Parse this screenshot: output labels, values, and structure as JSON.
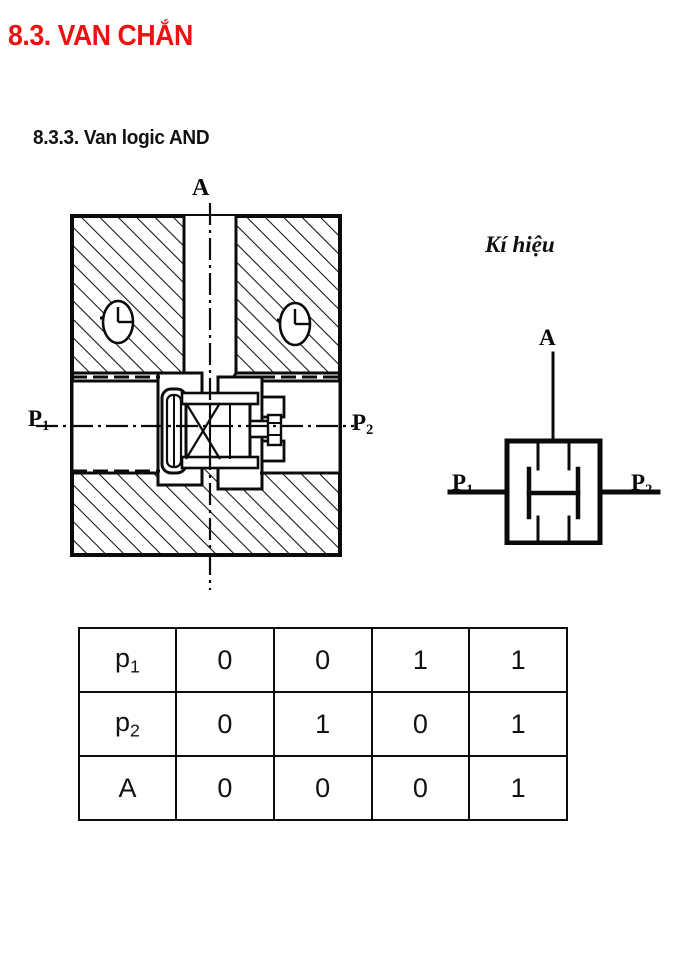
{
  "slide": {
    "title": "8.3. VAN CHẮN",
    "title_color": "#ee1111",
    "subtitle": "8.3.3. Van logic AND"
  },
  "cross_section": {
    "caption_port_a": "A",
    "label_p1_text": "P",
    "label_p1_sub": "1",
    "label_p2_text": "P",
    "label_p2_sub": "2"
  },
  "symbol": {
    "title": "Kí hiệu",
    "label_a": "A",
    "label_p1_text": "P",
    "label_p1_sub": "1",
    "label_p2_text": "P",
    "label_p2_sub": "2"
  },
  "truth_table": {
    "rows": [
      {
        "head_text": "p",
        "head_sub": "1",
        "values": [
          "0",
          "0",
          "1",
          "1"
        ]
      },
      {
        "head_text": "p",
        "head_sub": "2",
        "values": [
          "0",
          "1",
          "0",
          "1"
        ]
      },
      {
        "head_text": "A",
        "head_sub": "",
        "values": [
          "0",
          "0",
          "0",
          "1"
        ]
      }
    ]
  }
}
